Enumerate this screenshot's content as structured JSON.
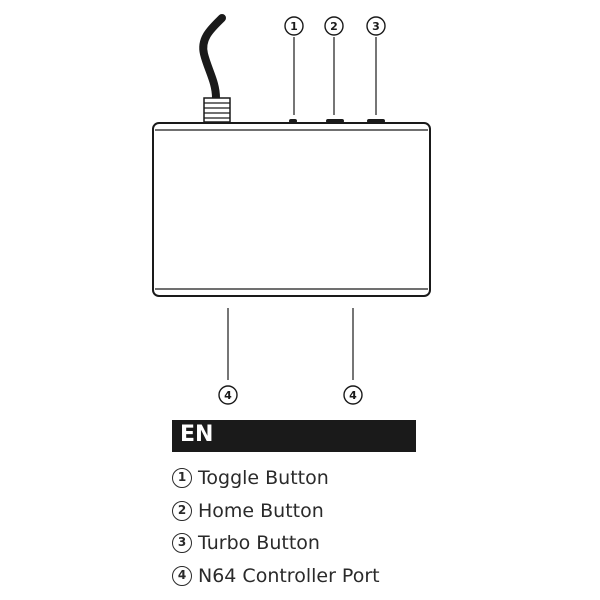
{
  "callouts": {
    "toggle": "1",
    "home": "2",
    "turbo": "3",
    "port_left": "4",
    "port_right": "4"
  },
  "language_label": "EN",
  "legend": [
    {
      "marker": "1",
      "label": "Toggle Button"
    },
    {
      "marker": "2",
      "label": "Home Button"
    },
    {
      "marker": "3",
      "label": "Turbo Button"
    },
    {
      "marker": "4",
      "label": "N64 Controller Port"
    }
  ],
  "colors": {
    "ink": "#1a1a1a",
    "background": "#ffffff"
  }
}
